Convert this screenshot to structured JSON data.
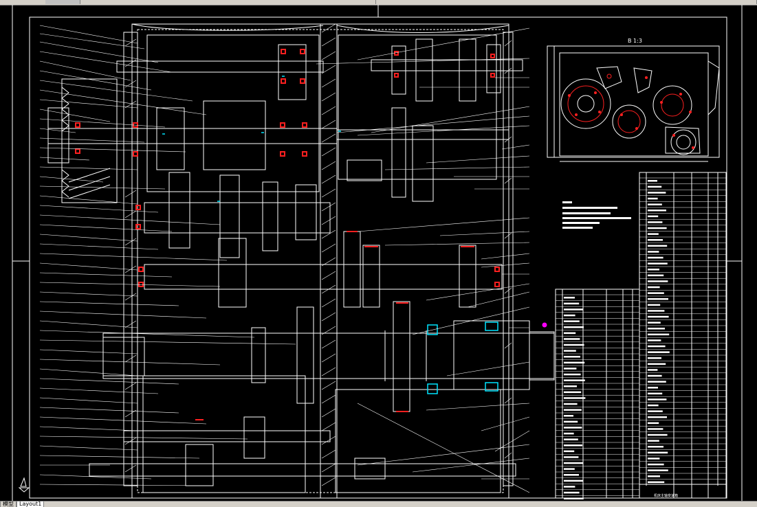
{
  "app": {
    "title": ""
  },
  "layout_tabs": [
    {
      "label": "模型",
      "active": false
    },
    {
      "label": "Layout1",
      "active": true
    }
  ],
  "drawing": {
    "detail_view_label": "B 1:3",
    "title_block_name": "机床主轴变速箱",
    "colors": {
      "line": "#ffffff",
      "accent_red": "#ff2020",
      "accent_cyan": "#00e5ff",
      "accent_magenta": "#ff00ff"
    }
  },
  "icons": {
    "ucs": "ucs-icon"
  }
}
